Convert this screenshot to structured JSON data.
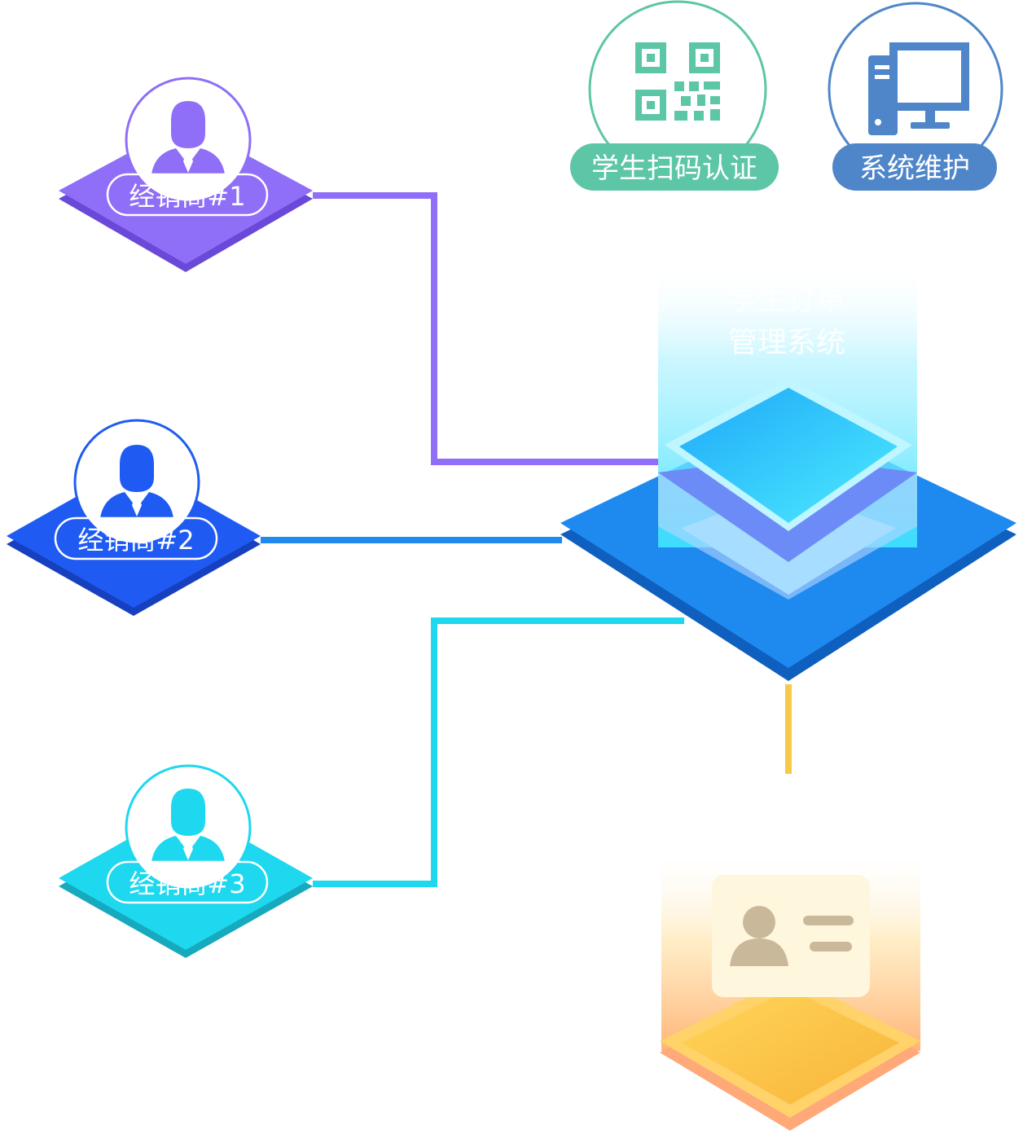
{
  "distributors": [
    {
      "label": "经销商#1",
      "color": "#8F6EF8",
      "dark": "#6A48D8"
    },
    {
      "label": "经销商#2",
      "color": "#1F5BF3",
      "dark": "#1740BF"
    },
    {
      "label": "经销商#3",
      "color": "#1DD8EE",
      "dark": "#17A9BE"
    }
  ],
  "top_features": [
    {
      "label": "学生扫码认证",
      "icon": "qr-code-icon",
      "color": "#5CC6A6"
    },
    {
      "label": "系统维护",
      "icon": "computer-icon",
      "color": "#4F86C9"
    }
  ],
  "central_system": {
    "label_line1": "学生订单",
    "label_line2": "管理系统",
    "color": "#1E8AF0"
  },
  "bottom_node": {
    "icon": "id-card-icon",
    "color": "#F8C84A"
  },
  "connector_colors": {
    "d1": "#8F6EF8",
    "d2": "#1E8AF0",
    "d3": "#1DD8EE",
    "bottom": "#F8C84A"
  }
}
